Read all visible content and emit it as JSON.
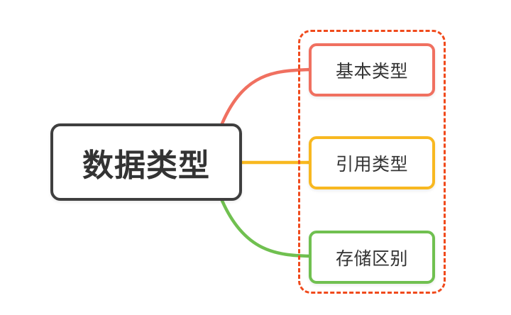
{
  "root": {
    "label": "数据类型",
    "border_color": "#3f3f3f"
  },
  "group_frame": {
    "border_color": "#f04a1c",
    "style": "dashed"
  },
  "children": [
    {
      "label": "基本类型",
      "color": "#f07060"
    },
    {
      "label": "引用类型",
      "color": "#f8b820"
    },
    {
      "label": "存储区别",
      "color": "#70c050"
    }
  ]
}
